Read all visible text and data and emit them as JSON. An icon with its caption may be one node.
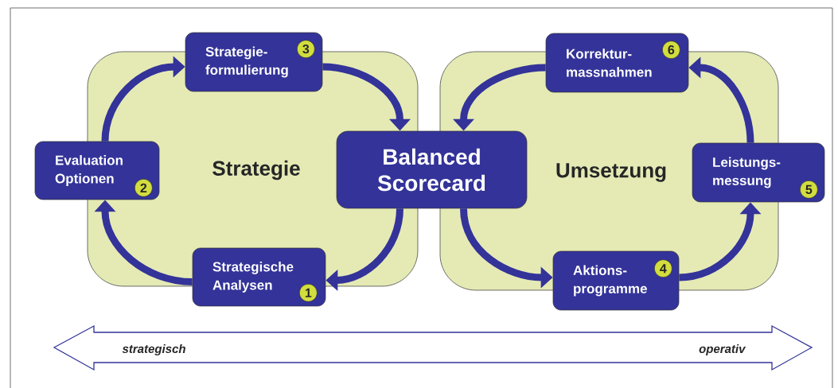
{
  "diagram": {
    "nodes": [
      {
        "text": [
          "Balanced Scorecard"
        ]
      },
      {
        "text": [
          "Strategie- formulierung"
        ]
      },
      {
        "text": [
          "3"
        ],
        "in": 1
      },
      {
        "text": [
          "Korrektur- massnahmen"
        ]
      },
      {
        "text": [
          "6"
        ],
        "in": 3
      },
      {
        "text": [
          "Evaluation Optionen"
        ]
      },
      {
        "text": [
          "2"
        ],
        "in": 5
      },
      {
        "text": [
          "Leistungs- messung"
        ]
      },
      {
        "text": [
          "5"
        ],
        "in": 7
      },
      {
        "text": [
          "Strategische Analysen"
        ]
      },
      {
        "text": [
          "1"
        ],
        "in": 9
      },
      {
        "text": [
          "Aktions- programme"
        ]
      },
      {
        "text": [
          "4"
        ],
        "in": 11
      }
    ],
    "edges": [
      {
        "from": 9,
        "to": 5,
        "arrow": "to"
      },
      {
        "from": 5,
        "to": 1,
        "arrow": "to"
      },
      {
        "from": 1,
        "to": 0,
        "arrow": "to"
      },
      {
        "from": 0,
        "to": 9,
        "arrow": "to"
      },
      {
        "from": 0,
        "to": 11,
        "arrow": "to"
      },
      {
        "from": 11,
        "to": 7,
        "arrow": "to"
      },
      {
        "from": 7,
        "to": 3,
        "arrow": "to"
      },
      {
        "from": 3,
        "to": 0,
        "arrow": "to"
      }
    ],
    "labels": [
      "Strategie",
      "Umsetzung",
      "strategisch",
      "operativ"
    ]
  }
}
